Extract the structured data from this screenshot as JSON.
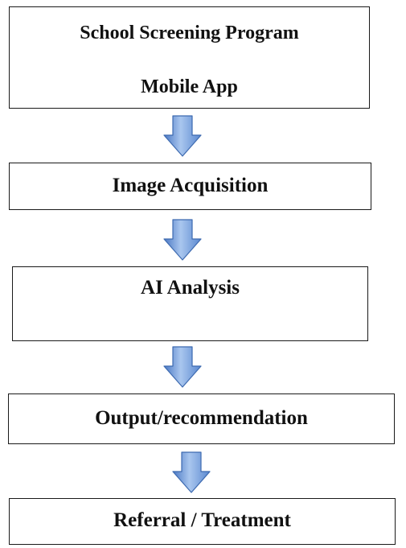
{
  "steps": [
    {
      "lines": [
        "School Screening Program",
        "Mobile App"
      ]
    },
    {
      "lines": [
        "Image Acquisition"
      ]
    },
    {
      "lines": [
        "AI Analysis"
      ]
    },
    {
      "lines": [
        "Output/recommendation"
      ]
    },
    {
      "lines": [
        "Referral / Treatment"
      ]
    }
  ],
  "colors": {
    "box_border": "#1a1a1a",
    "arrow_fill_light": "#a9c6ee",
    "arrow_fill_dark": "#4a78c4",
    "arrow_stroke": "#3d6ab0"
  }
}
